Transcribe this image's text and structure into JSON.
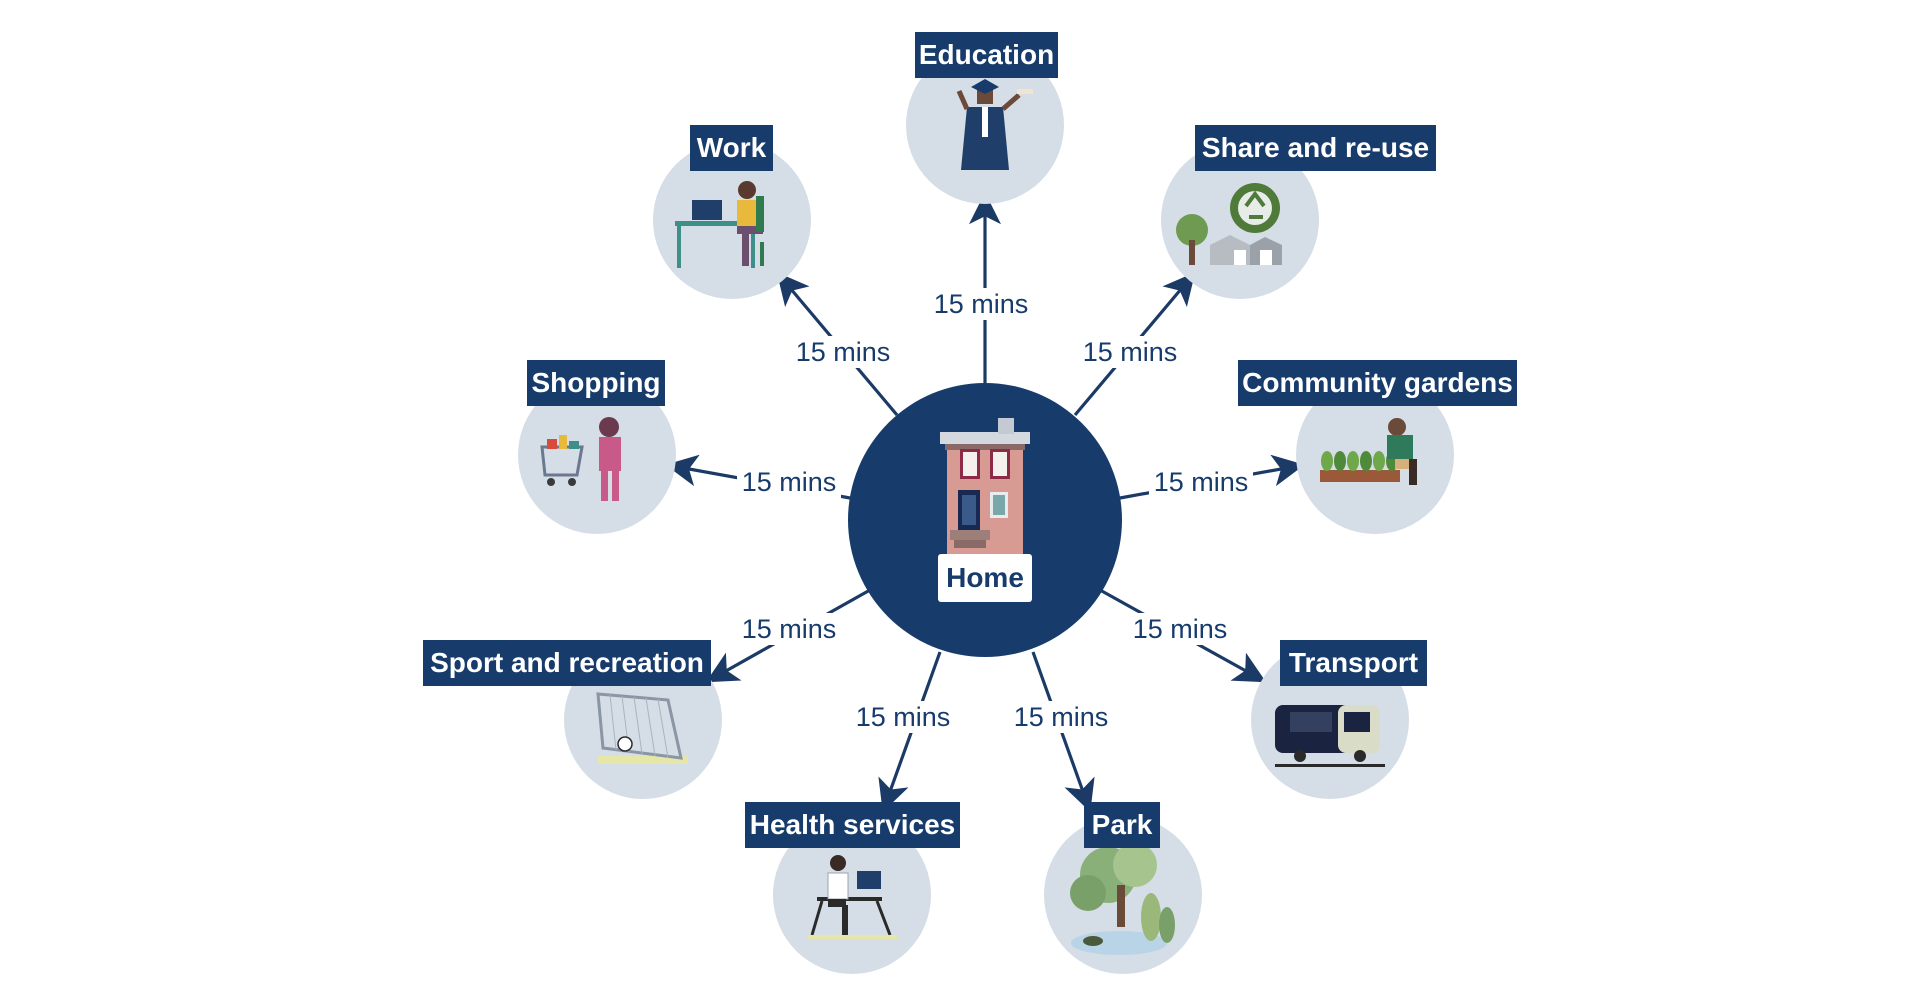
{
  "colors": {
    "navy": "#173c6c",
    "circle_bg": "#d5dde6",
    "label_bg": "#173c6c",
    "label_text": "#ffffff",
    "arrow": "#1b3a66"
  },
  "hub": {
    "label": "Home",
    "icon": "house-icon"
  },
  "destinations": [
    {
      "id": "education",
      "label": "Education",
      "travel_time": "15 mins",
      "icon": "graduate-icon"
    },
    {
      "id": "work",
      "label": "Work",
      "travel_time": "15 mins",
      "icon": "desk-worker-icon"
    },
    {
      "id": "share-and-re-use",
      "label": "Share and re-use",
      "travel_time": "15 mins",
      "icon": "recycling-icon"
    },
    {
      "id": "shopping",
      "label": "Shopping",
      "travel_time": "15 mins",
      "icon": "shopping-cart-icon"
    },
    {
      "id": "community-gardens",
      "label": "Community gardens",
      "travel_time": "15 mins",
      "icon": "garden-bed-icon"
    },
    {
      "id": "sport-and-recreation",
      "label": "Sport and recreation",
      "travel_time": "15 mins",
      "icon": "soccer-goal-icon"
    },
    {
      "id": "transport",
      "label": "Transport",
      "travel_time": "15 mins",
      "icon": "tram-icon"
    },
    {
      "id": "health-services",
      "label": "Health services",
      "travel_time": "15 mins",
      "icon": "doctor-desk-icon"
    },
    {
      "id": "park",
      "label": "Park",
      "travel_time": "15 mins",
      "icon": "park-trees-icon"
    }
  ]
}
